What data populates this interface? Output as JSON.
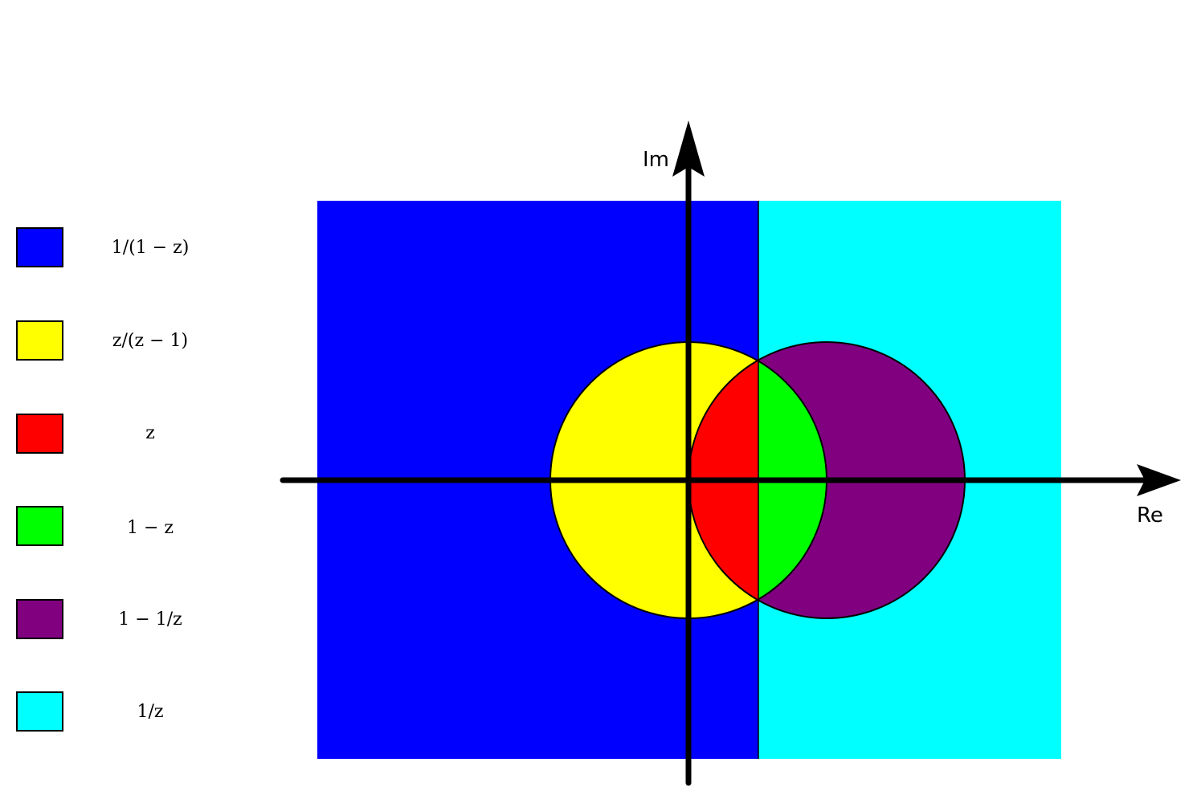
{
  "axes": {
    "x_label": "Re",
    "y_label": "Im"
  },
  "legend": [
    {
      "label": "1/(1 − z)",
      "color": "#0000ff"
    },
    {
      "label": "z/(z − 1)",
      "color": "#ffff00"
    },
    {
      "label": "z",
      "color": "#ff0000"
    },
    {
      "label": "1 − z",
      "color": "#00ff00"
    },
    {
      "label": "1 − 1/z",
      "color": "#800080"
    },
    {
      "label": "1/z",
      "color": "#00ffff"
    }
  ],
  "regions": {
    "left_half": "#0000ff",
    "right_half": "#00ffff",
    "unit_disk_left": "#ffff00",
    "shifted_disk_right": "#800080",
    "lens_left": "#ff0000",
    "lens_right": "#00ff00"
  }
}
